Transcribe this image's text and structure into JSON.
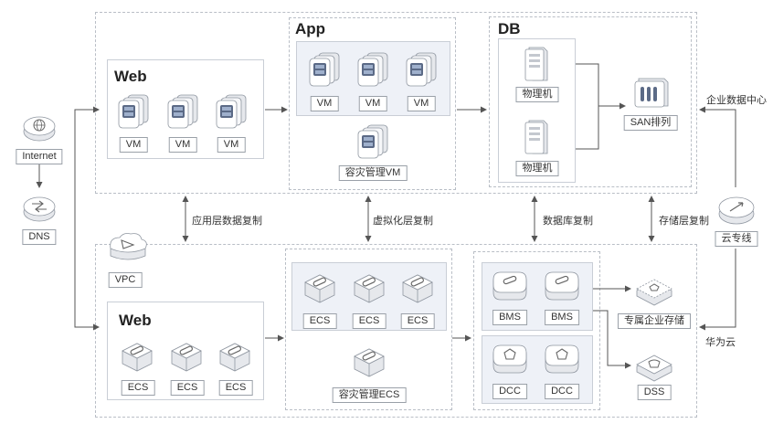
{
  "diagram": {
    "top": {
      "web": {
        "title": "Web",
        "vms": [
          "VM",
          "VM",
          "VM"
        ]
      },
      "app": {
        "title": "App",
        "vms": [
          "VM",
          "VM",
          "VM"
        ],
        "dr_vm": "容灾管理VM"
      },
      "db": {
        "title": "DB",
        "hosts": [
          "物理机",
          "物理机"
        ],
        "san": "SAN排列"
      }
    },
    "bottom": {
      "vpc": "VPC",
      "web": {
        "title": "Web",
        "ecs": [
          "ECS",
          "ECS",
          "ECS"
        ]
      },
      "app": {
        "ecs": [
          "ECS",
          "ECS",
          "ECS"
        ],
        "dr_ecs": "容灾管理ECS"
      },
      "db": {
        "bms": [
          "BMS",
          "BMS"
        ],
        "dcc": [
          "DCC",
          "DCC"
        ],
        "storage": "专属企业存储",
        "dss": "DSS"
      }
    },
    "left": {
      "internet": "Internet",
      "dns": "DNS"
    },
    "right": {
      "enterprise_dc": "企业数据中心",
      "direct_connect": "云专线",
      "huawei_cloud": "华为云"
    },
    "replication": {
      "app_layer": "应用层数据复制",
      "virtualization": "虚拟化层复制",
      "database": "数据库复制",
      "storage": "存储层复制"
    }
  }
}
